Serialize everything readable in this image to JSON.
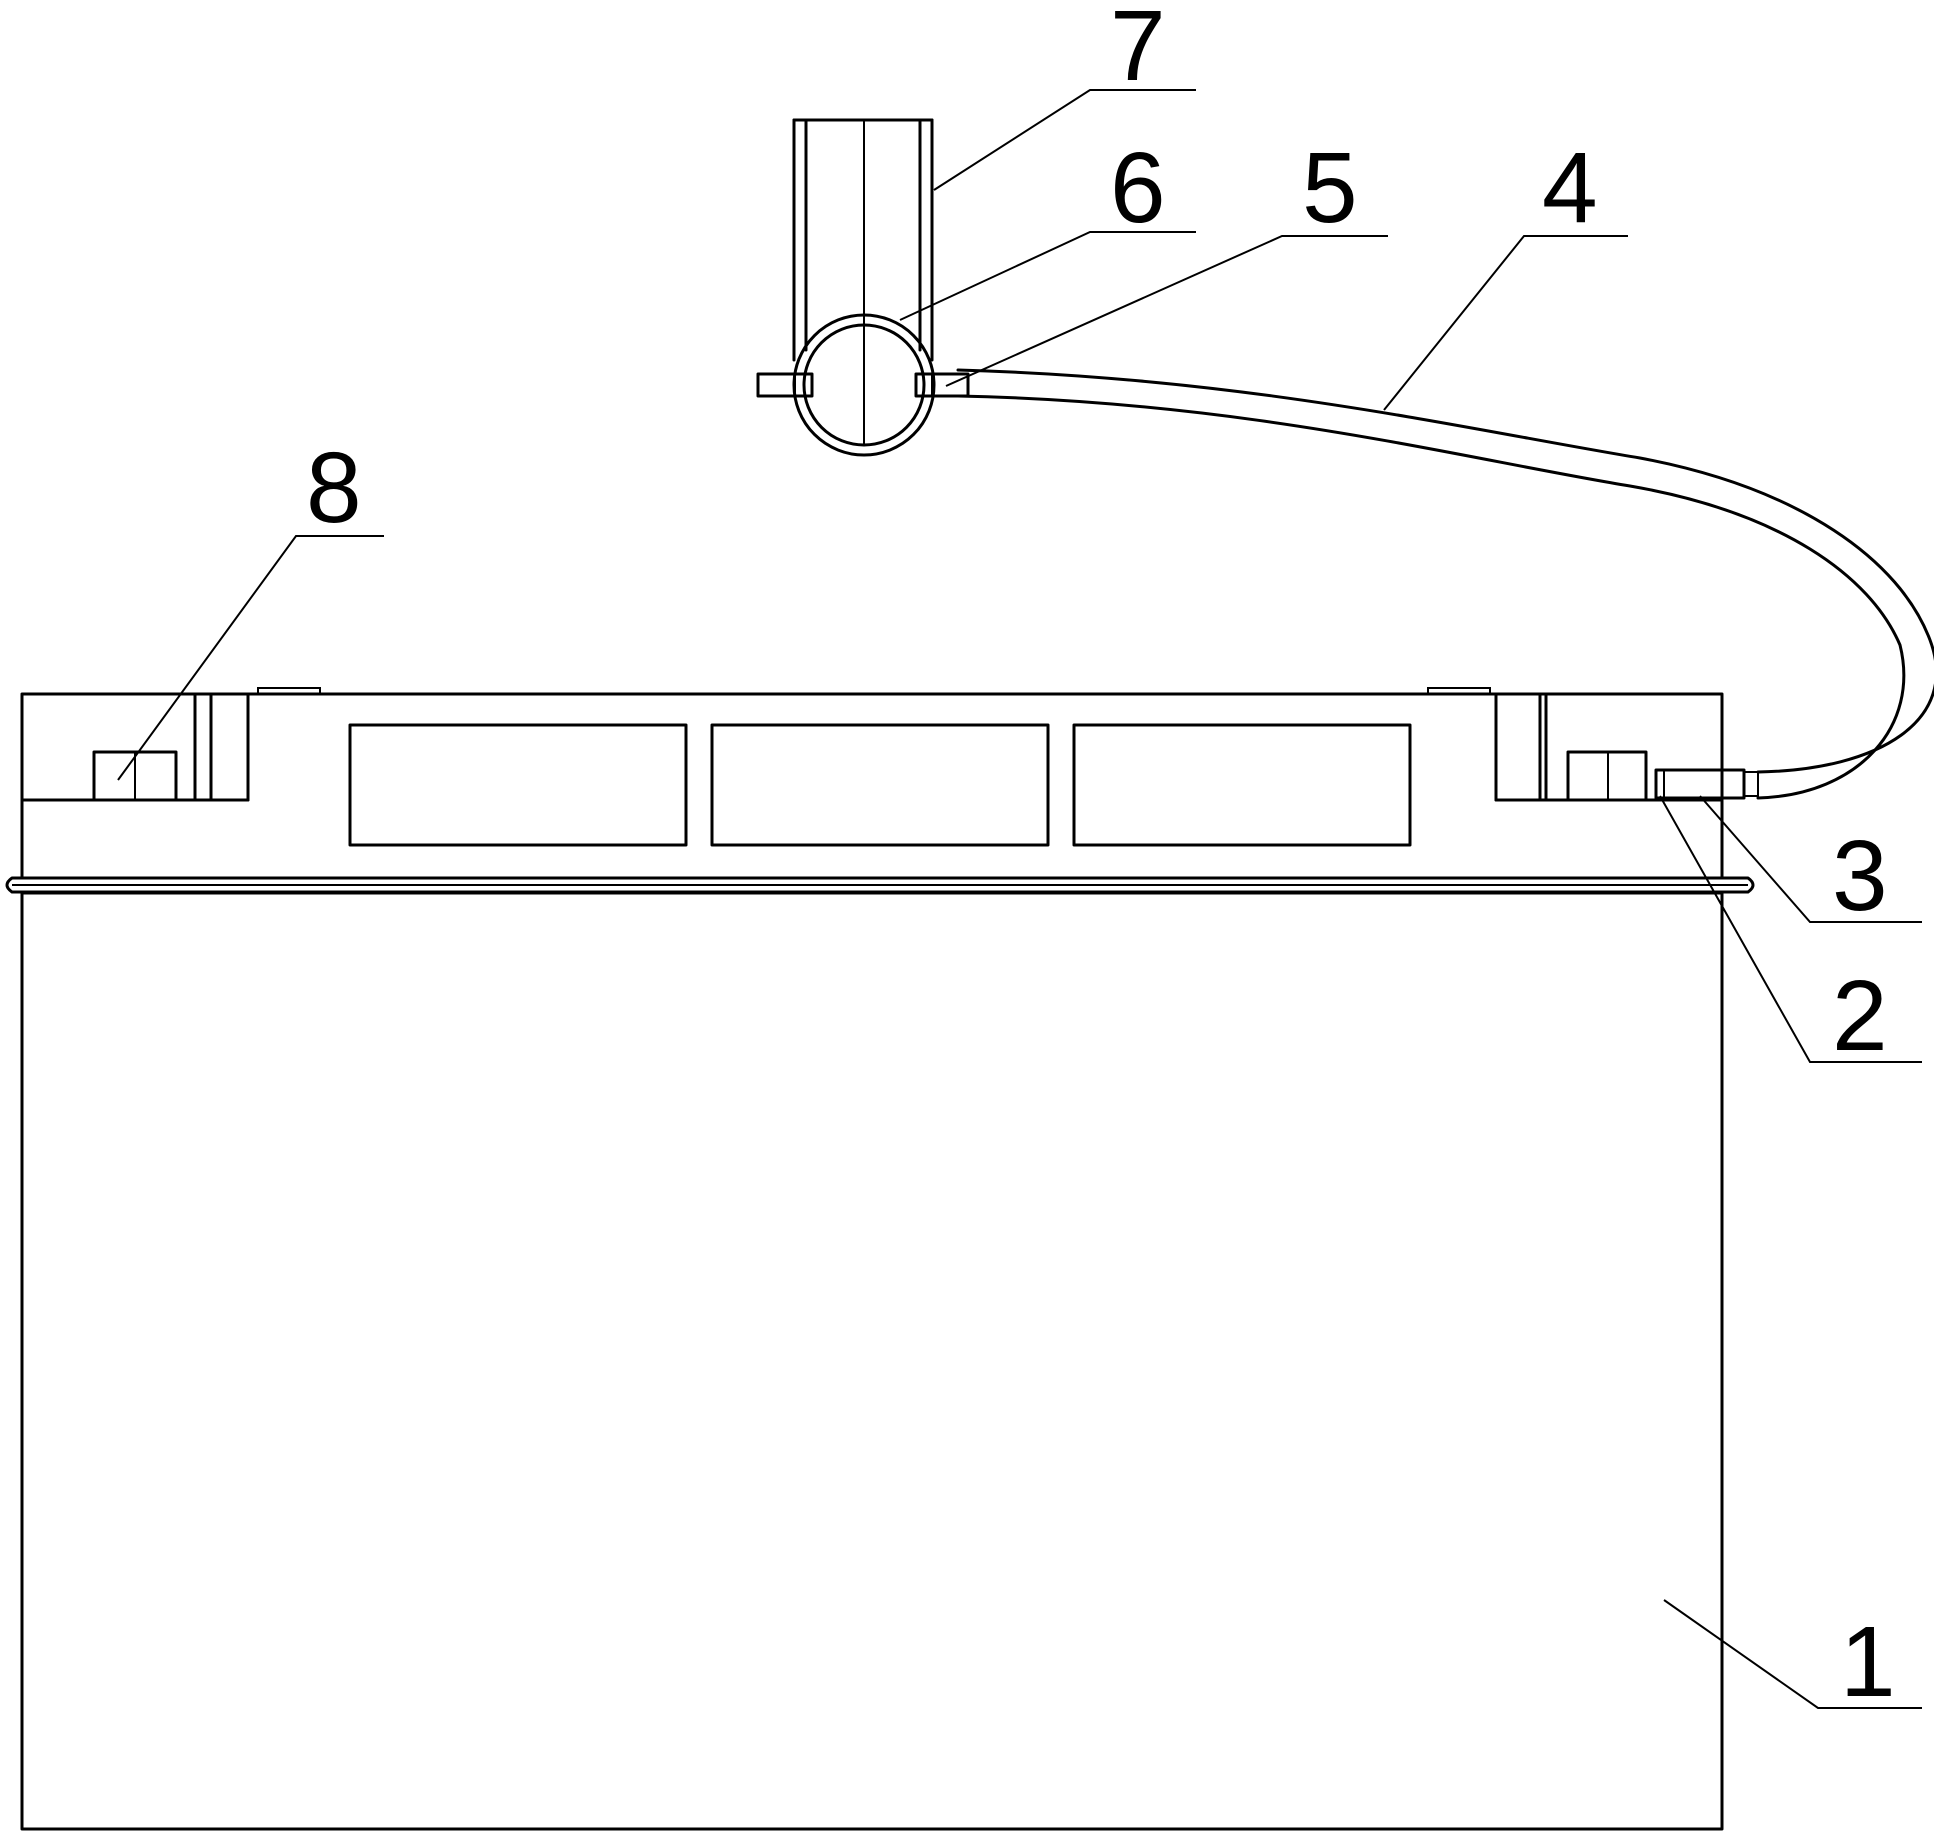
{
  "callouts": [
    {
      "id": "c1",
      "text": "1"
    },
    {
      "id": "c2",
      "text": "2"
    },
    {
      "id": "c3",
      "text": "3"
    },
    {
      "id": "c4",
      "text": "4"
    },
    {
      "id": "c5",
      "text": "5"
    },
    {
      "id": "c6",
      "text": "6"
    },
    {
      "id": "c7",
      "text": "7"
    },
    {
      "id": "c8",
      "text": "8"
    }
  ],
  "colors": {
    "line": "#000000",
    "background": "#ffffff"
  }
}
